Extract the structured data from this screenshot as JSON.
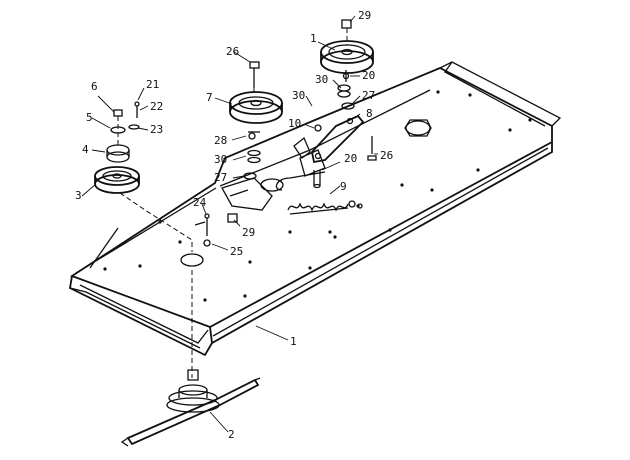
{
  "callouts": {
    "c1a": "1",
    "c1b": "1",
    "c2": "2",
    "c3": "3",
    "c4": "4",
    "c5": "5",
    "c6": "6",
    "c7": "7",
    "c8": "8",
    "c9": "9",
    "c10": "10",
    "c20a": "20",
    "c20b": "20",
    "c21": "21",
    "c22": "22",
    "c23": "23",
    "c24": "24",
    "c25": "25",
    "c26a": "26",
    "c26b": "26",
    "c27a": "27",
    "c27b": "27",
    "c28": "28",
    "c29a": "29",
    "c29b": "29",
    "c30a": "30",
    "c30b": "30",
    "c30c": "30"
  }
}
